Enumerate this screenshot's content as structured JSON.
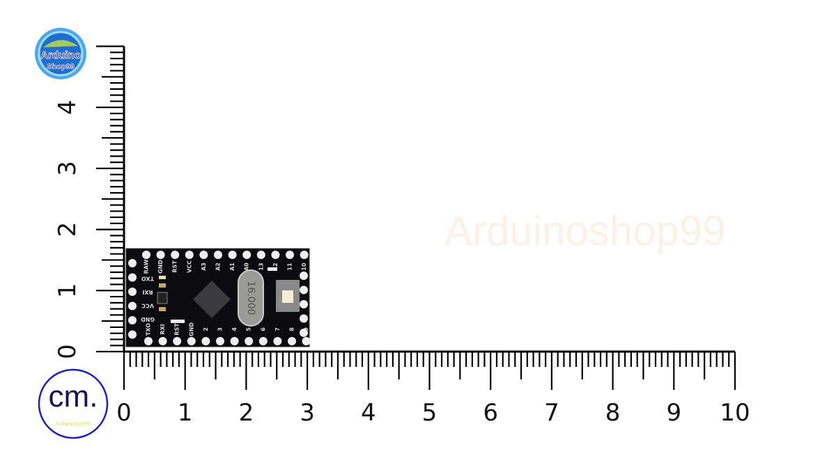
{
  "logo": {
    "line1": "Arduino",
    "line2": "Shop99"
  },
  "unit_badge": {
    "label": "cm.",
    "sublabel": "Arduinoshop99",
    "ring_color": "#1a1adc",
    "text_color": "#15155a",
    "sub_color": "#e6e640"
  },
  "watermark": "Arduinoshop99",
  "horizontal_ruler": {
    "labels": [
      "0",
      "1",
      "2",
      "3",
      "4",
      "5",
      "6",
      "7",
      "8",
      "9",
      "10"
    ]
  },
  "vertical_ruler": {
    "labels": [
      "0",
      "1",
      "2",
      "3",
      "4"
    ]
  },
  "board": {
    "top_pins": [
      "RAW",
      "GND",
      "RST",
      "VCC",
      "A3",
      "A2",
      "A1",
      "A0",
      "13",
      "12",
      "11",
      "10"
    ],
    "left_pins": [
      "TXO",
      "RXI",
      "VCC",
      "GND"
    ],
    "bottom_pins": [
      "TXO",
      "RXI",
      "RST",
      "GND",
      "2",
      "3",
      "4",
      "5",
      "6",
      "7",
      "8",
      "9"
    ],
    "crystal": "16.000",
    "pcb_color": "#0c0c10"
  }
}
